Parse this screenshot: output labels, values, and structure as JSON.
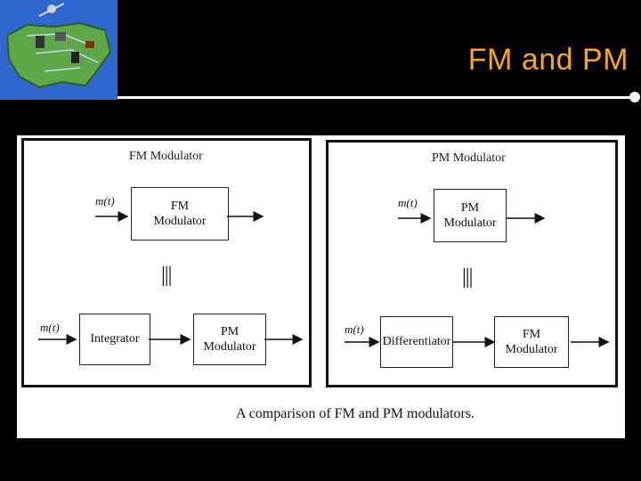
{
  "slide": {
    "title": "FM and PM"
  },
  "fm_panel": {
    "title": "FM Modulator",
    "input_signal": "m(t)",
    "top_block": [
      "FM",
      "Modulator"
    ],
    "equivalence": "|||",
    "bottom_input": "m(t)",
    "bottom_block1": "Integrator",
    "bottom_block2": [
      "PM",
      "Modulator"
    ]
  },
  "pm_panel": {
    "title": "PM Modulator",
    "input_signal": "m(t)",
    "top_block": [
      "PM",
      "Modulator"
    ],
    "equivalence": "|||",
    "bottom_input": "m(t)",
    "bottom_block1": "Differentiator",
    "bottom_block2": [
      "FM",
      "Modulator"
    ]
  },
  "caption": "A comparison of FM and PM modulators."
}
